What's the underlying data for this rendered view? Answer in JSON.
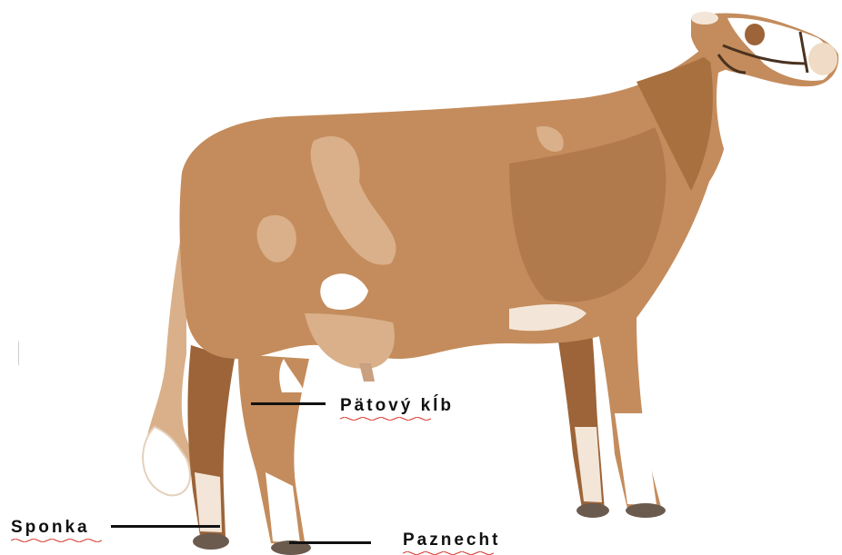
{
  "labels": {
    "patovy_klb": "Pätový kĺb",
    "sponka": "Sponka",
    "paznecht": "Paznecht"
  },
  "colors": {
    "coat_main": "#c48c5c",
    "coat_light": "#d9b08a",
    "coat_dark": "#9c6438",
    "coat_shadow": "#7a4a2a",
    "white_patch": "#ffffff",
    "hoof": "#6b5a4e",
    "label_text": "#111111",
    "spellcheck_underline": "#d9342b"
  }
}
